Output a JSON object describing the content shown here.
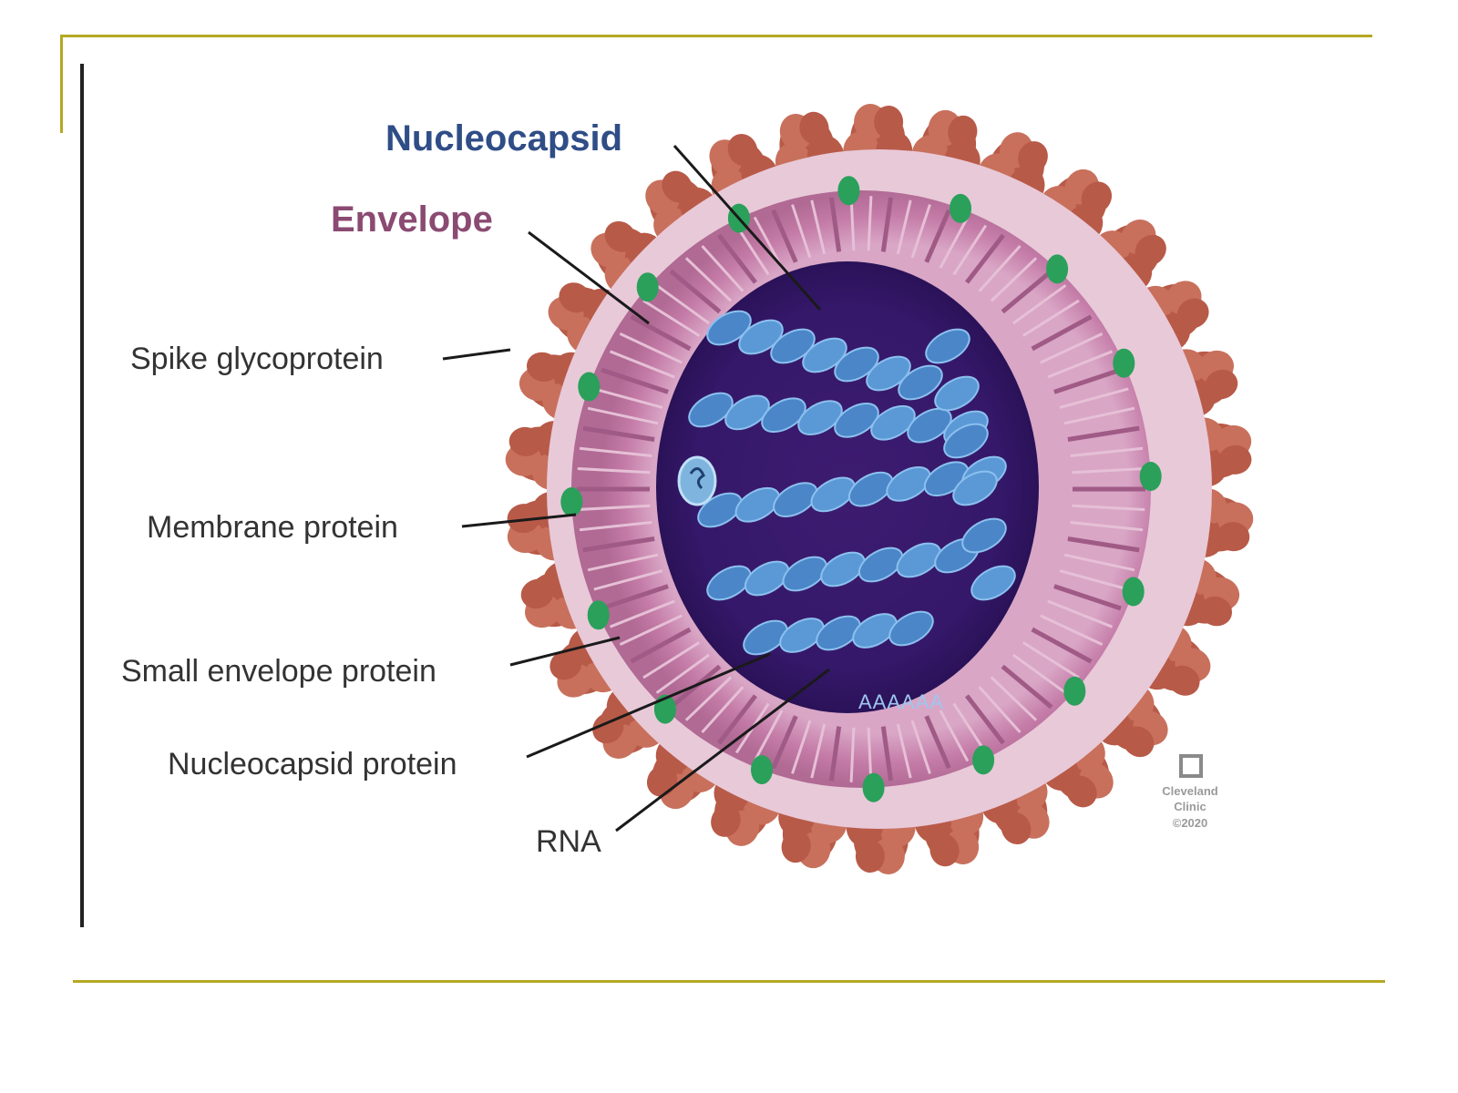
{
  "diagram": {
    "labels": {
      "nucleocapsid": "Nucleocapsid",
      "envelope": "Envelope",
      "spike": "Spike glycoprotein",
      "membrane": "Membrane protein",
      "small_envelope": "Small envelope protein",
      "nucleocapsid_protein": "Nucleocapsid protein",
      "rna": "RNA",
      "polya": "AAAAAA"
    },
    "credit": {
      "line1": "Cleveland",
      "line2": "Clinic",
      "line3": "©2020"
    }
  },
  "colors": {
    "frame_accent": "#b5a824",
    "nucleocapsid_label": "#2f4d86",
    "envelope_label": "#8a4a72",
    "spike": "#b85a48",
    "envelope_ring": "#c98fb4",
    "core": "#3b1f6b",
    "helix": "#4a86c8",
    "membrane_protein": "#2aa05a"
  }
}
